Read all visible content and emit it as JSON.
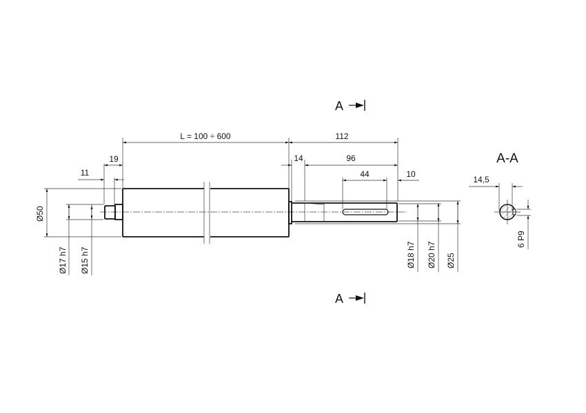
{
  "drawing": {
    "section_markers": {
      "top": "A",
      "bottom": "A"
    },
    "section_view_title": "A-A",
    "dimensions": {
      "length": "L = 100 ÷ 600",
      "right_shaft_length": "112",
      "left_step_19": "19",
      "left_step_11": "11",
      "right_step_14": "14",
      "right_96": "96",
      "keyway_44": "44",
      "keyway_offset_10": "10",
      "dia_body": "Ø50",
      "dia_left_17": "Ø17 h7",
      "dia_left_15": "Ø15 h7",
      "dia_right_18": "Ø18 h7",
      "dia_right_20": "Ø20 h7",
      "dia_right_25": "Ø25",
      "section_depth": "14,5",
      "key_width": "6 P9"
    }
  }
}
